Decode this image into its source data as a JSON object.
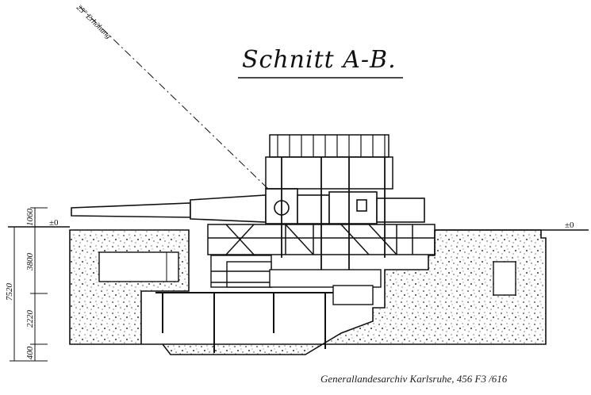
{
  "title": "Schnitt A-B.",
  "caption": "Generallandesarchiv Karlsruhe, 456 F3 /616",
  "annotation": "25° Erhöhung",
  "elevation_left": "±0",
  "elevation_right": "±0",
  "dimensions": {
    "total": "7520",
    "d1": "1060",
    "d2": "3800",
    "d3": "2220",
    "d4": "400"
  }
}
